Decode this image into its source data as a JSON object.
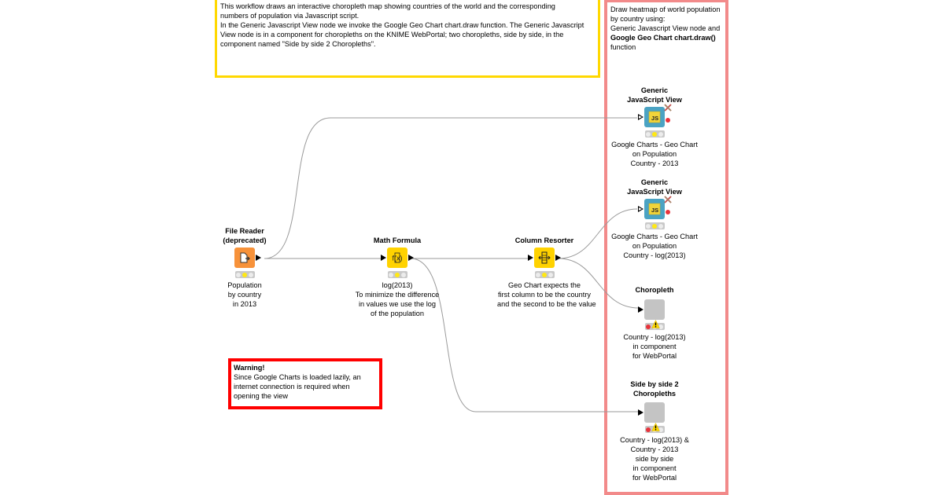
{
  "annotations": {
    "intro": {
      "lines": [
        "This workflow draws an interactive choropleth map showing countries of the world and the corresponding",
        "numbers of population via Javascript script.",
        "In the Generic Javascript View node we invoke the Google Geo Chart chart.draw function. The Generic Javascript",
        "View node is in a component for choropleths on the KNIME WebPortal; two choropleths, side by side, in the",
        "component named \"Side by side 2 Choropleths\"."
      ],
      "border_color": "#FFD800"
    },
    "heatmap_group": {
      "line1": "Draw heatmap of world population",
      "line2": "by country using:",
      "line3": "Generic Javascript View node and",
      "line4_bold": "Google Geo Chart chart.draw()",
      "line5": "function",
      "border_color": "#F28A8A"
    },
    "warning": {
      "title": "Warning!",
      "line1": "Since Google Charts is loaded lazily, an",
      "line2": "internet connection is required when",
      "line3": "opening the view",
      "border_color": "#FF0000"
    }
  },
  "nodes": {
    "file_reader": {
      "title1": "File Reader",
      "title2": "(deprecated)",
      "icon": "file-reader-icon",
      "color": "#F7923A",
      "status": "configured",
      "desc": [
        "Population",
        "by country",
        "in 2013"
      ]
    },
    "math_formula": {
      "title": "Math Formula",
      "icon": "math-formula-icon",
      "color": "#FFD200",
      "status": "configured",
      "desc": [
        "log(2013)",
        "To minimize the difference",
        "in values we use the log",
        "of the population"
      ]
    },
    "column_resorter": {
      "title": "Column Resorter",
      "icon": "column-resorter-icon",
      "color": "#FFD200",
      "status": "configured",
      "desc": [
        "Geo Chart expects the",
        "first column to be the country",
        "and the second to be the value"
      ]
    },
    "js_view_1": {
      "title1": "Generic",
      "title2": "JavaScript View",
      "icon": "javascript-icon",
      "icon_text": "JS",
      "color": "#4BA3C3",
      "status": "configured",
      "desc": [
        "Google Charts - Geo Chart",
        "on Population",
        "Country - 2013"
      ]
    },
    "js_view_2": {
      "title1": "Generic",
      "title2": "JavaScript View",
      "icon": "javascript-icon",
      "icon_text": "JS",
      "color": "#4BA3C3",
      "status": "configured",
      "desc": [
        "Google Charts - Geo Chart",
        "on Population",
        "Country - log(2013)"
      ]
    },
    "choropleth": {
      "title": "Choropleth",
      "icon": "component-icon",
      "color": "#C4C4C4",
      "status": "warning",
      "desc": [
        "Country - log(2013)",
        "in component",
        "for WebPortal"
      ]
    },
    "side_by_side": {
      "title1": "Side by side 2",
      "title2": "Choropleths",
      "icon": "component-icon",
      "color": "#C4C4C4",
      "status": "warning",
      "desc": [
        "Country - log(2013) &",
        "Country - 2013",
        "side by side",
        "in component",
        "for WebPortal"
      ]
    }
  },
  "connections": [
    {
      "from": "file_reader",
      "to": "math_formula"
    },
    {
      "from": "file_reader",
      "to": "js_view_1"
    },
    {
      "from": "math_formula",
      "to": "column_resorter"
    },
    {
      "from": "math_formula",
      "to": "side_by_side"
    },
    {
      "from": "column_resorter",
      "to": "js_view_2"
    },
    {
      "from": "column_resorter",
      "to": "choropleth"
    }
  ]
}
